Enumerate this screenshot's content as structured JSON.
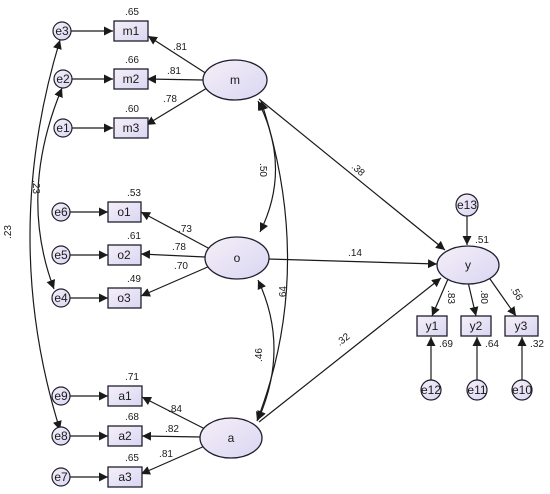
{
  "latent": {
    "m": {
      "label": "m"
    },
    "o": {
      "label": "o"
    },
    "a": {
      "label": "a"
    },
    "y": {
      "label": "y",
      "r2": ".51"
    }
  },
  "indicators": {
    "m1": {
      "label": "m1",
      "r2": ".65"
    },
    "m2": {
      "label": "m2",
      "r2": ".66"
    },
    "m3": {
      "label": "m3",
      "r2": ".60"
    },
    "o1": {
      "label": "o1",
      "r2": ".53"
    },
    "o2": {
      "label": "o2",
      "r2": ".61"
    },
    "o3": {
      "label": "o3",
      "r2": ".49"
    },
    "a1": {
      "label": "a1",
      "r2": ".71"
    },
    "a2": {
      "label": "a2",
      "r2": ".68"
    },
    "a3": {
      "label": "a3",
      "r2": ".65"
    },
    "y1": {
      "label": "y1",
      "r2": ".69"
    },
    "y2": {
      "label": "y2",
      "r2": ".64"
    },
    "y3": {
      "label": "y3",
      "r2": ".32"
    }
  },
  "errors": {
    "e1": "e1",
    "e2": "e2",
    "e3": "e3",
    "e4": "e4",
    "e5": "e5",
    "e6": "e6",
    "e7": "e7",
    "e8": "e8",
    "e9": "e9",
    "e10": "e10",
    "e11": "e11",
    "e12": "e12",
    "e13": "e13"
  },
  "loadings": {
    "m_m1": ".81",
    "m_m2": ".81",
    "m_m3": ".78",
    "o_o1": ".73",
    "o_o2": ".78",
    "o_o3": ".70",
    "a_a1": ".84",
    "a_a2": ".82",
    "a_a3": ".81",
    "y_y1": ".83",
    "y_y2": ".80",
    "y_y3": ".56"
  },
  "structural": {
    "m_y": ".38",
    "o_y": ".14",
    "a_y": ".32"
  },
  "correlations": {
    "m_o": ".50",
    "m_a": ".64",
    "o_a": ".46",
    "e3_e8": ".23",
    "e2_e4": ".23"
  }
}
